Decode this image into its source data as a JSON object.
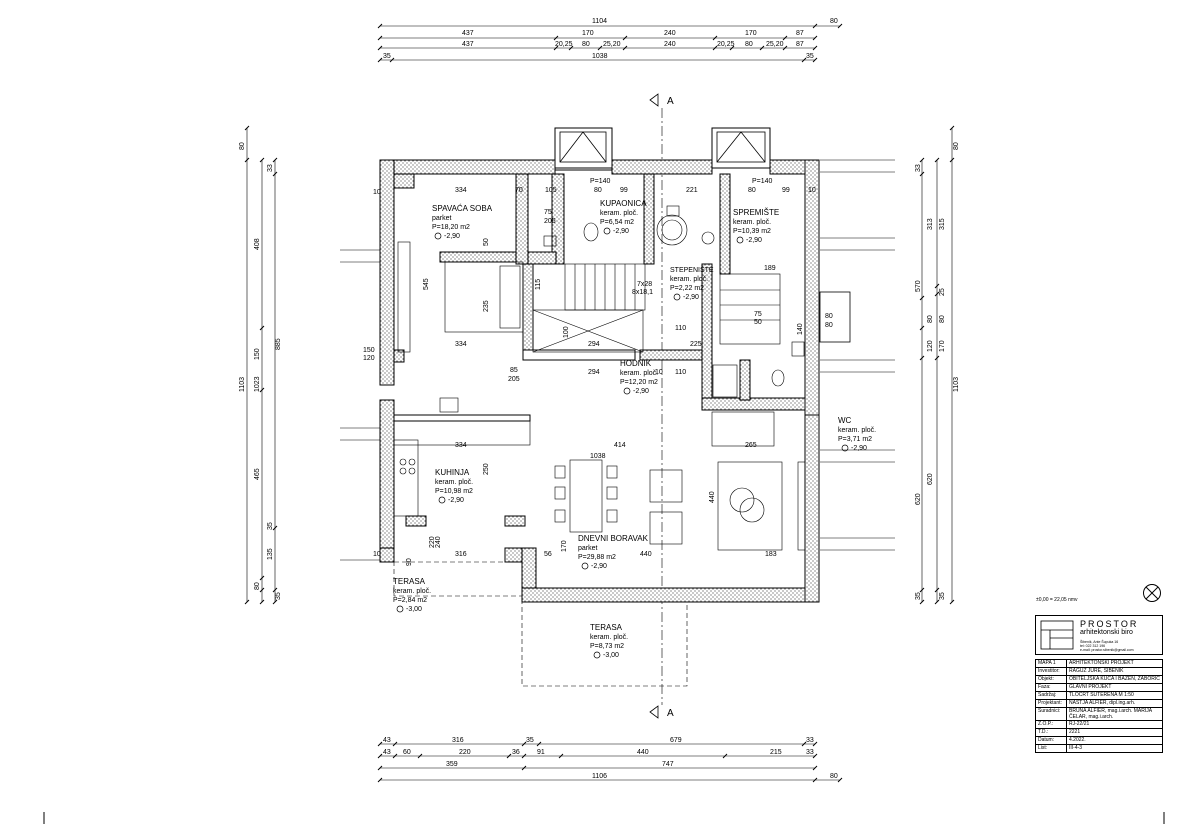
{
  "top_dims": {
    "row1": [
      "1104",
      "80"
    ],
    "row2": [
      "437",
      "170",
      "240",
      "170",
      "87"
    ],
    "row3": [
      "437",
      "20,25",
      "80",
      "25,20",
      "240",
      "20,25",
      "80",
      "25,20",
      "87"
    ],
    "row4": [
      "35",
      "1038",
      "35"
    ]
  },
  "bottom_dims": {
    "row1": [
      "43",
      "316",
      "35",
      "679",
      "33"
    ],
    "row2": [
      "43",
      "60",
      "220",
      "36",
      "91",
      "440",
      "215",
      "33"
    ],
    "row3": [
      "359",
      "747"
    ],
    "row4": [
      "1106",
      "80"
    ]
  },
  "left_dims": {
    "outer": [
      "1103",
      "80"
    ],
    "mid": [
      "1023",
      "408",
      "150",
      "465",
      "135",
      "80"
    ],
    "inner": [
      "33",
      "885",
      "35",
      "35"
    ]
  },
  "right_dims": {
    "inner": [
      "33",
      "313",
      "570",
      "80",
      "80",
      "120",
      "620",
      "35"
    ],
    "mid": [
      "315",
      "25",
      "170",
      "620",
      "35"
    ],
    "outer": [
      "1103",
      "80"
    ]
  },
  "section_mark": "A",
  "rooms": {
    "spavaca": {
      "name": "SPAVAĆA SOBA",
      "floor": "parket",
      "area": "P=18,20 m2",
      "level": "-2,90"
    },
    "kupaonica": {
      "name": "KUPAONICA",
      "floor": "keram. ploč.",
      "area": "P=6,54 m2",
      "level": "-2,90"
    },
    "spremiste": {
      "name": "SPREMIŠTE",
      "floor": "keram. ploč.",
      "area": "P=10,39 m2",
      "level": "-2,90"
    },
    "stepeniste": {
      "name": "STEPENIŠTE",
      "floor": "keram. ploč.",
      "area": "P=2,22 m2",
      "level": "-2,90"
    },
    "hodnik": {
      "name": "HODNIK",
      "floor": "keram. ploč.",
      "area": "P=12,20 m2",
      "level": "-2,90"
    },
    "wc": {
      "name": "WC",
      "floor": "keram. ploč.",
      "area": "P=3,71 m2",
      "level": "-2,90"
    },
    "kuhinja": {
      "name": "KUHINJA",
      "floor": "keram. ploč.",
      "area": "P=10,98 m2",
      "level": "-2,90"
    },
    "boravak": {
      "name": "DNEVNI BORAVAK",
      "floor": "parket",
      "area": "P=29,88 m2",
      "level": "-2,90"
    },
    "terasa1": {
      "name": "TERASA",
      "floor": "keram. ploč.",
      "area": "P=2,84 m2",
      "level": "-3,00"
    },
    "terasa2": {
      "name": "TERASA",
      "floor": "keram. ploč.",
      "area": "P=8,73 m2",
      "level": "-3,00"
    }
  },
  "inner_dims": [
    "10",
    "334",
    "70",
    "105",
    "80",
    "99",
    "221",
    "80",
    "99",
    "10",
    "P=140",
    "P=140",
    "75",
    "205",
    "189",
    "545",
    "235",
    "115",
    "100",
    "50",
    "150",
    "120",
    "334",
    "294",
    "225",
    "110",
    "85",
    "205",
    "294",
    "10",
    "110",
    "414",
    "334",
    "265",
    "1038",
    "250",
    "170",
    "440",
    "440",
    "316",
    "56",
    "183",
    "10",
    "90",
    "220",
    "240",
    "7x28",
    "8x18,1",
    "75",
    "50",
    "140",
    "80",
    "80"
  ],
  "elevation_note": "±0,00 = 22,05 nmv",
  "title_block": {
    "firm_name": "PROSTOR",
    "firm_sub": "arhitektonski biro",
    "address": [
      "Šibenik, Ante Šupuka 16",
      "tel: 022 312 196",
      "e-mail: prostor.sibenik@gmail.com"
    ],
    "rows": [
      {
        "k": "MAPA 1",
        "v": "ARHITEKTONSKI PROJEKT"
      },
      {
        "k": "Investitor:",
        "v": "RAGUŽ JURE, ŠIBENIK"
      },
      {
        "k": "Objekt:",
        "v": "OBITELJSKA KUĆA I BAZEN, ŽABORIĆ"
      },
      {
        "k": "Faza:",
        "v": "GLAVNI PROJEKT"
      },
      {
        "k": "Sadržaj:",
        "v": "TLOCRT SUTERENA M 1:50"
      },
      {
        "k": "Projektant:",
        "v": "NASTJA ALFIER, dipl.ing.arh."
      },
      {
        "k": "Suradnici:",
        "v": "BRUNA ALFIER, mag.i.arch. MARIJA ČELAR, mag.i.arch."
      },
      {
        "k": "Z.O.P.:",
        "v": "RJ-22/21"
      },
      {
        "k": "T.D.:",
        "v": "2221"
      },
      {
        "k": "Datum:",
        "v": "4.2022."
      },
      {
        "k": "List:",
        "v": "III-4-3"
      }
    ]
  }
}
